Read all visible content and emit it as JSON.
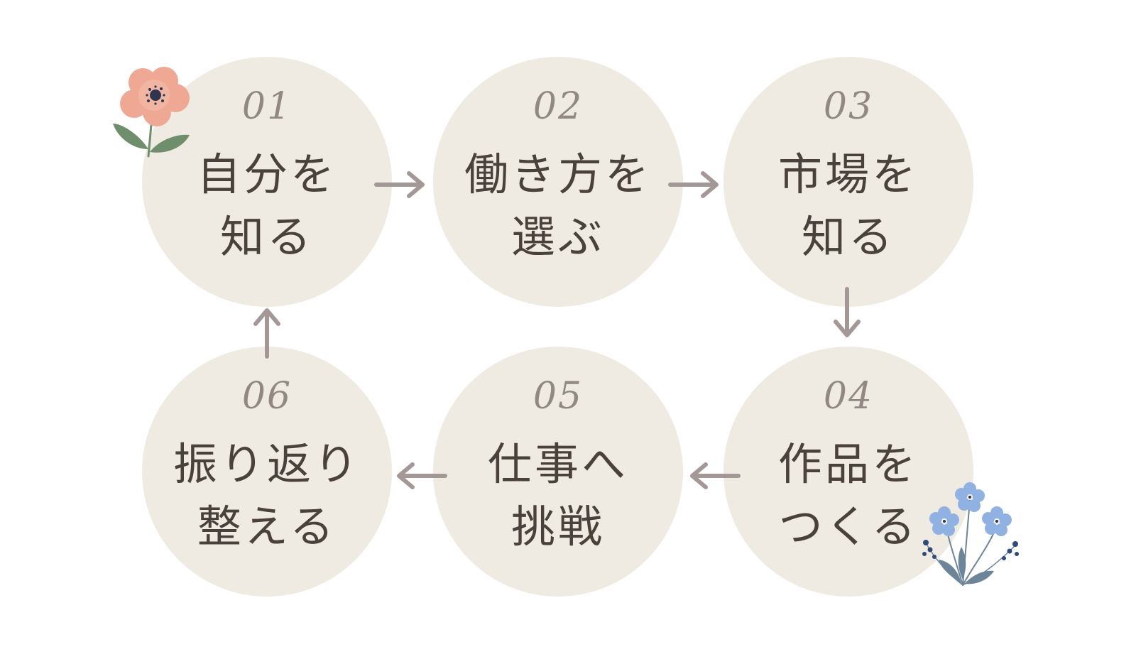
{
  "steps": [
    {
      "number": "01",
      "line1": "自分を",
      "line2": "知る"
    },
    {
      "number": "02",
      "line1": "働き方を",
      "line2": "選ぶ"
    },
    {
      "number": "03",
      "line1": "市場を",
      "line2": "知る"
    },
    {
      "number": "04",
      "line1": "作品を",
      "line2": "つくる"
    },
    {
      "number": "05",
      "line1": "仕事へ",
      "line2": "挑戦"
    },
    {
      "number": "06",
      "line1": "振り返り",
      "line2": "整える"
    }
  ],
  "colors": {
    "circle_fill": "#f0ebe2",
    "number_text": "#918884",
    "title_text": "#4a403c",
    "arrow": "#a49896",
    "flower_petal": "#eea894",
    "flower_center": "#2d3550",
    "leaf": "#6f8f6c",
    "blue_flower": "#8fb2e2",
    "blue_leaf": "#6d8599"
  },
  "icons": {
    "arrows": [
      "arrow-right-icon",
      "arrow-down-icon",
      "arrow-left-icon",
      "arrow-up-icon"
    ],
    "decorations": [
      "pink-flower-icon",
      "blue-flower-bouquet-icon"
    ]
  }
}
